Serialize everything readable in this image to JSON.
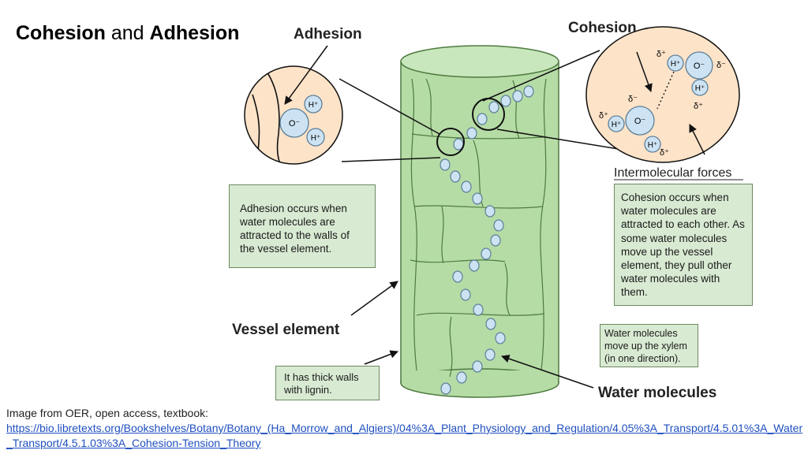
{
  "title": {
    "part1": "Cohesion",
    "joiner": "and",
    "part2": "Adhesion"
  },
  "diagram": {
    "label_adhesion": "Adhesion",
    "label_cohesion": "Cohesion",
    "label_intermolecular": "Intermolecular forces",
    "label_vessel": "Vessel element",
    "label_water": "Water molecules",
    "adhesion_box": "Adhesion occurs when water molecules are attracted to the walls of the vessel element.",
    "cohesion_box": "Cohesion occurs when water molecules are attracted to each other. As some water molecules move up the vessel element, they pull other water molecules with them.",
    "lignin_box": "It has thick walls with lignin.",
    "xylem_box": "Water molecules move up the xylem (in one direction).",
    "atom_h": "H⁺",
    "atom_o": "O⁻",
    "delta_minus": "δ⁻",
    "delta_plus": "δ⁺",
    "colors": {
      "vessel": "#b6dca6",
      "vessel_stroke": "#4e7a40",
      "zoom_bg": "#fde3c8",
      "molecule": "#cde3f3",
      "box_bg": "#d9ead3"
    }
  },
  "credit": {
    "line1": "Image from OER, open access, textbook:",
    "url": "https://bio.libretexts.org/Bookshelves/Botany/Botany_(Ha_Morrow_and_Algiers)/04%3A_Plant_Physiology_and_Regulation/4.05%3A_Transport/4.5.01%3A_Water_Transport/4.5.1.03%3A_Cohesion-Tension_Theory"
  }
}
